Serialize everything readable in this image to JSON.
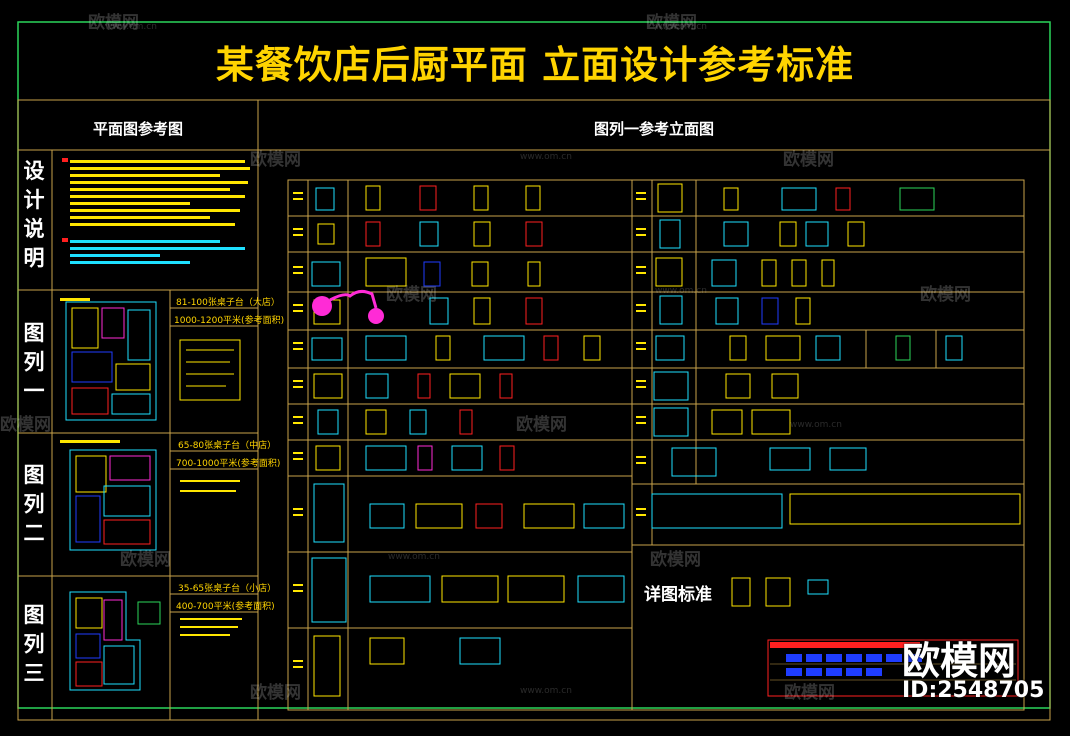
{
  "title": "某餐饮店后厨平面  立面设计参考标准",
  "left_panel": {
    "heading": "平面图参考图",
    "design_notes_label": [
      "设",
      "计",
      "说",
      "明"
    ],
    "examples": [
      {
        "label": [
          "图",
          "列",
          "一"
        ],
        "specs": [
          "81-100张桌子台（大店）",
          "1000-1200平米(参考面积)"
        ]
      },
      {
        "label": [
          "图",
          "列",
          "二"
        ],
        "specs": [
          "65-80张桌子台（中店）",
          "700-1000平米(参考面积)"
        ]
      },
      {
        "label": [
          "图",
          "列",
          "三"
        ],
        "specs": [
          "35-65张桌子台（小店）",
          "400-700平米(参考面积)"
        ]
      }
    ]
  },
  "right_panel": {
    "heading": "图列一参考立面图",
    "detail_label": "详图标准"
  },
  "watermark": {
    "brand": "欧模网",
    "url": "www.om.cn"
  },
  "brand_badge": {
    "name": "欧模网",
    "id": "ID:2548705"
  },
  "colors": {
    "background": "#000000",
    "title": "#ffd400",
    "grid_lines": "#c8a24a",
    "outer_border": "#2bd65a",
    "cad_cyan": "#1ee0ff",
    "cad_yellow": "#ffe600",
    "cad_magenta": "#ff2bd6",
    "cad_blue": "#1f3dff",
    "cad_red": "#ff2020"
  }
}
